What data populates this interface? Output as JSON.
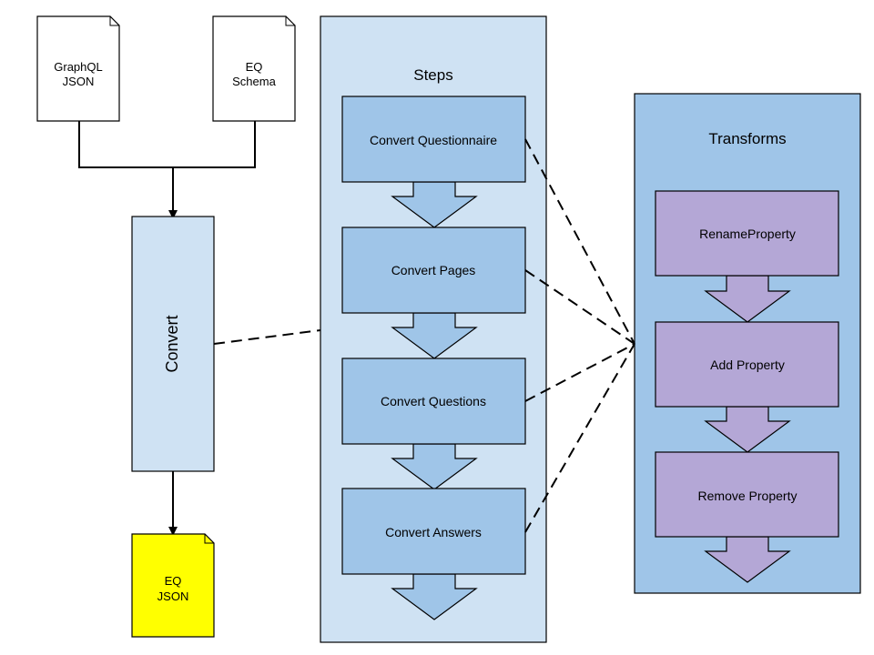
{
  "documents": {
    "graphql": {
      "line1": "GraphQL",
      "line2": "JSON"
    },
    "eq_schema": {
      "line1": "EQ",
      "line2": "Schema"
    },
    "eq_json": {
      "line1": "EQ",
      "line2": "JSON"
    }
  },
  "convert": {
    "label": "Convert"
  },
  "steps": {
    "title": "Steps",
    "items": [
      "Convert Questionnaire",
      "Convert Pages",
      "Convert Questions",
      "Convert Answers"
    ]
  },
  "transforms": {
    "title": "Transforms",
    "items": [
      "RenameProperty",
      "Add Property",
      "Remove Property"
    ]
  },
  "colors": {
    "panel_light": "#cfe2f3",
    "step_blue": "#9fc5e8",
    "transform_purple": "#b4a7d6",
    "output_yellow": "#ffff00",
    "stroke": "#000000"
  }
}
